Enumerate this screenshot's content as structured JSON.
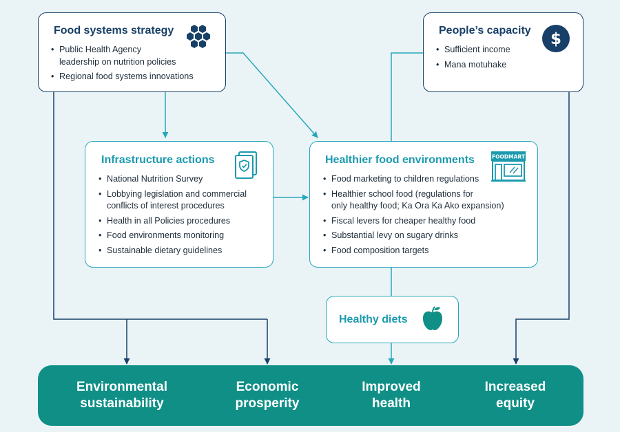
{
  "colors": {
    "navy": "#173f67",
    "teal": "#1b9aae",
    "green": "#0f8f86",
    "background": "#eaf4f7"
  },
  "food_systems_strategy": {
    "title": "Food systems strategy",
    "icon": "honeycomb-icon",
    "items": [
      [
        "Public Health Agency",
        "leadership on nutrition policies"
      ],
      [
        "Regional food systems innovations"
      ]
    ]
  },
  "peoples_capacity": {
    "title": "People’s capacity",
    "icon": "dollar-icon",
    "items": [
      [
        "Sufficient income"
      ],
      [
        "Mana motuhake"
      ]
    ]
  },
  "infrastructure_actions": {
    "title": "Infrastructure actions",
    "icon": "shield-document-icon",
    "items": [
      [
        "National Nutrition Survey"
      ],
      [
        "Lobbying legislation and commercial",
        "conflicts of interest procedures"
      ],
      [
        "Health in all Policies procedures"
      ],
      [
        "Food environments monitoring"
      ],
      [
        "Sustainable dietary guidelines"
      ]
    ]
  },
  "healthier_food_environments": {
    "title": "Healthier food environments",
    "icon": "storefront-icon",
    "icon_text": "FOODMART",
    "items": [
      [
        "Food marketing to children regulations"
      ],
      [
        "Healthier school food (regulations for",
        "only healthy food; Ka Ora Ka Ako expansion)"
      ],
      [
        "Fiscal levers for cheaper healthy food"
      ],
      [
        "Substantial levy on sugary drinks"
      ],
      [
        "Food composition targets"
      ]
    ]
  },
  "healthy_diets": {
    "title": "Healthy diets",
    "icon": "apple-icon"
  },
  "outcomes": [
    [
      "Environmental",
      "sustainability"
    ],
    [
      "Economic",
      "prosperity"
    ],
    [
      "Improved",
      "health"
    ],
    [
      "Increased",
      "equity"
    ]
  ]
}
